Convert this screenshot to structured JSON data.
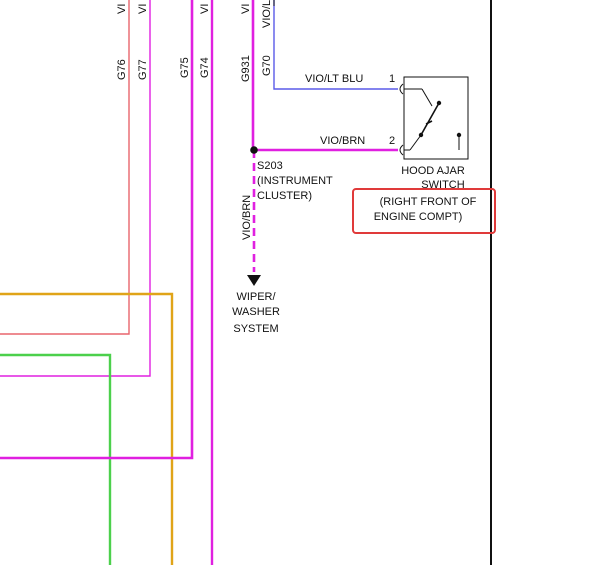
{
  "colors": {
    "red": "#e8656d",
    "magenta": "#e020e0",
    "orange": "#e0a418",
    "green": "#4cd04c",
    "blue": "#5a5ae8",
    "highlight": "#e03a3a",
    "ink": "#111111"
  },
  "wires": {
    "g76": "G76",
    "g77": "G77",
    "g75": "G75",
    "g74": "G74",
    "g931": "G931",
    "g70": "G70",
    "vi_a": "VI",
    "vi_b": "VI",
    "vi_c": "VI",
    "vi_d": "VI",
    "vio_top": "VIO/L",
    "vio_lt_blu": "VIO/LT BLU",
    "vio_brn_h": "VIO/BRN",
    "vio_brn_v": "VIO/BRN"
  },
  "pins": {
    "pin1": "1",
    "pin2": "2"
  },
  "splice": {
    "id": "S203",
    "line1": "(INSTRUMENT",
    "line2": "CLUSTER)"
  },
  "destination": {
    "line1": "WIPER/",
    "line2": "WASHER",
    "line3": "SYSTEM"
  },
  "switch": {
    "line1": "HOOD AJAR",
    "line2": "SWITCH"
  },
  "location": {
    "line1": "(RIGHT FRONT OF",
    "line2": "ENGINE COMPT)"
  }
}
